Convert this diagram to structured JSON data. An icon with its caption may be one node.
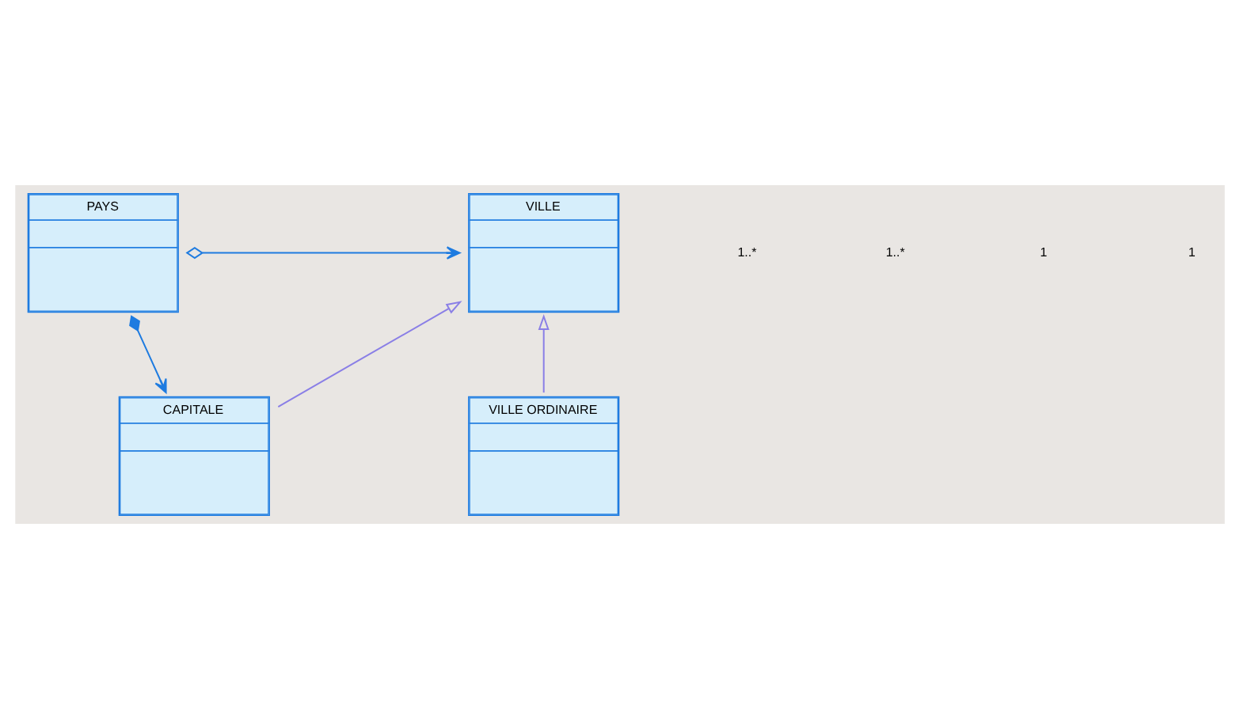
{
  "diagram": {
    "nodes": [
      {
        "text": [
          "PAYS"
        ]
      },
      {
        "text": [
          "VILLE"
        ]
      },
      {
        "text": [
          "CAPITALE"
        ]
      },
      {
        "text": [
          "VILLE ORDINAIRE"
        ]
      }
    ],
    "edges": [
      {
        "from": 0,
        "to": 1,
        "arrow": "to"
      },
      {
        "from": 0,
        "to": 2,
        "arrow": "to"
      },
      {
        "from": 2,
        "to": 1,
        "arrow": "to",
        "color": "#8a7fe6"
      },
      {
        "from": 3,
        "to": 1,
        "arrow": "to",
        "color": "#8a7fe6"
      }
    ],
    "labels": [
      "1..*",
      "1..*",
      "1",
      "1"
    ]
  }
}
